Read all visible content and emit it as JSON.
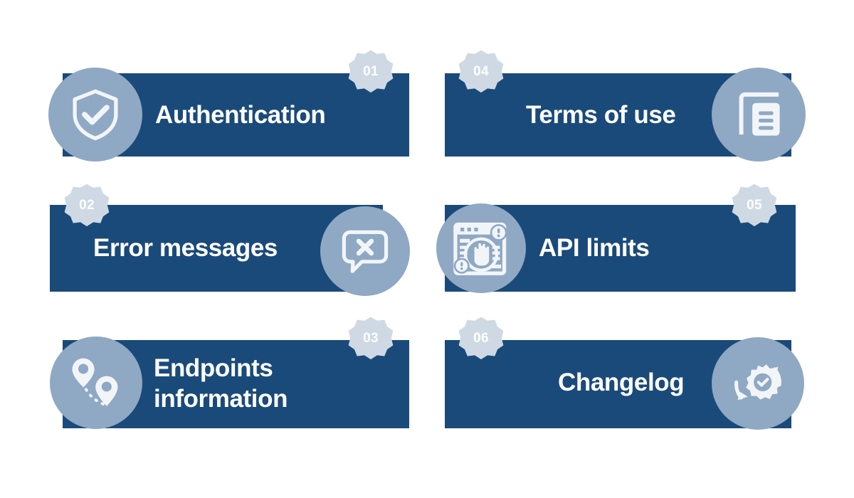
{
  "meta": {
    "kind": "numbered-list-infographic",
    "item_count": 6
  },
  "colors": {
    "background": "#ffffff",
    "bar": "#1a4a7a",
    "circle": "#8fa8c4",
    "badge": "#ced9e4",
    "label_text": "#ffffff",
    "badge_text": "#ffffff",
    "icon": "#f2f5f8"
  },
  "items": [
    {
      "number": "01",
      "label": "Authentication",
      "icon": "shield-check-icon",
      "icon_side": "left",
      "badge_side": "right",
      "lines": 1
    },
    {
      "number": "02",
      "label": "Error messages",
      "icon": "chat-bubble-error-icon",
      "icon_side": "right",
      "badge_side": "left",
      "lines": 1
    },
    {
      "number": "03",
      "label": "Endpoints\ninformation",
      "icon": "map-route-pins-icon",
      "icon_side": "left",
      "badge_side": "right",
      "lines": 2
    },
    {
      "number": "04",
      "label": "Terms of use",
      "icon": "documents-copy-icon",
      "icon_side": "right",
      "badge_side": "left",
      "lines": 1
    },
    {
      "number": "05",
      "label": "API limits",
      "icon": "browser-stop-hand-icon",
      "icon_side": "left",
      "badge_side": "right",
      "lines": 1
    },
    {
      "number": "06",
      "label": "Changelog",
      "icon": "gear-refresh-icon",
      "icon_side": "right",
      "badge_side": "left",
      "lines": 1
    }
  ]
}
